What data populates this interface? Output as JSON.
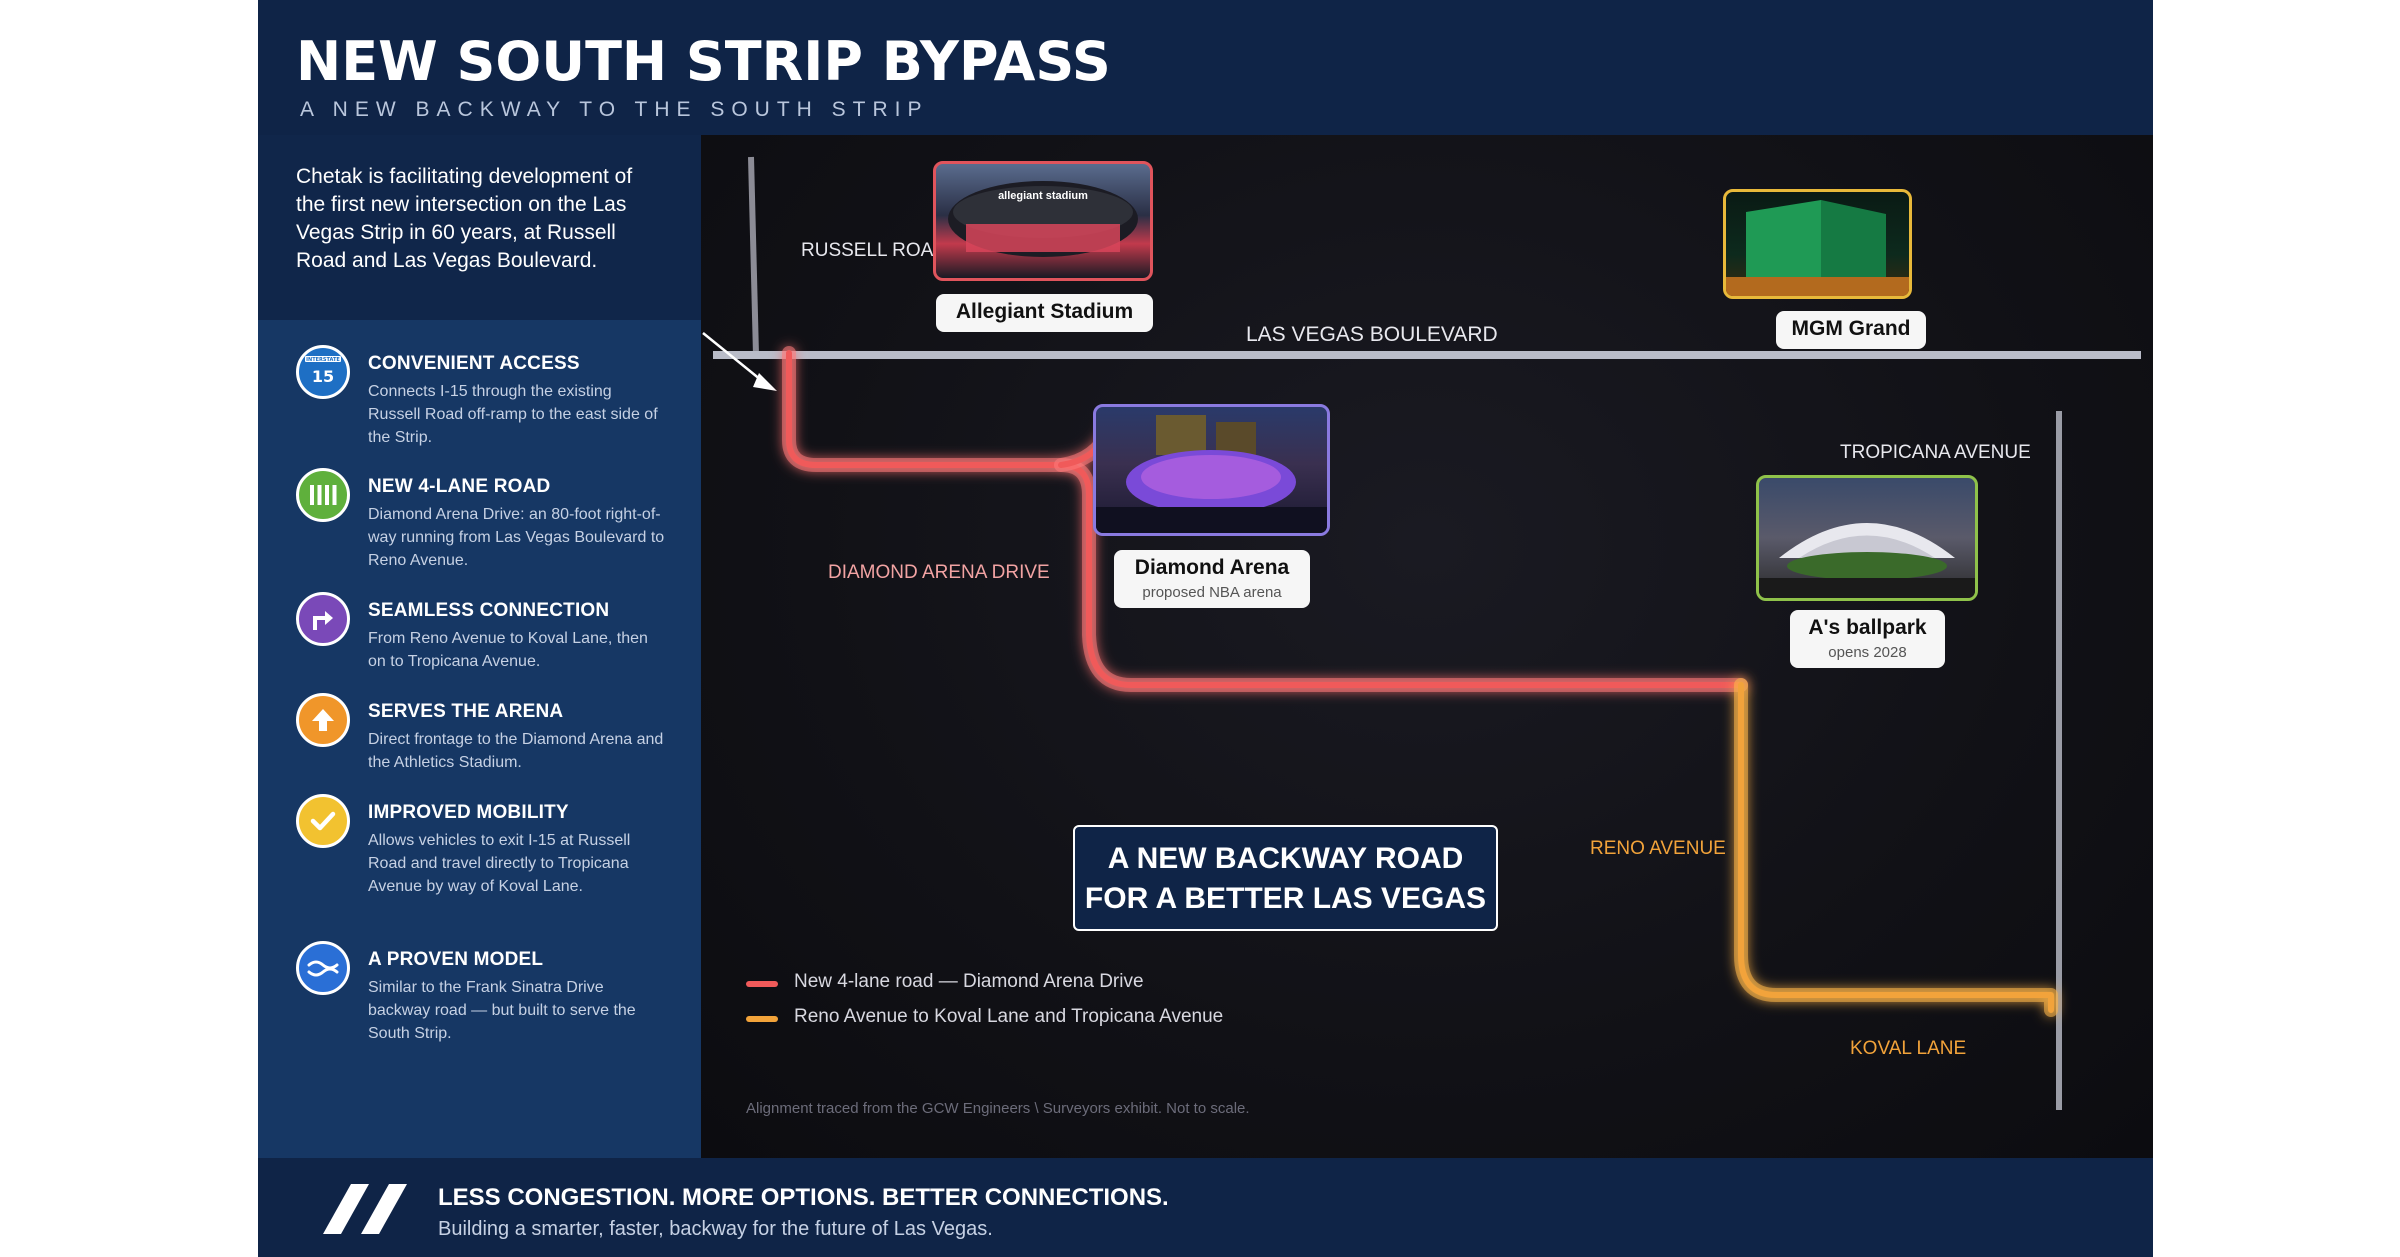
{
  "header": {
    "title": "NEW SOUTH STRIP BYPASS",
    "subtitle": "A NEW BACKWAY TO THE SOUTH STRIP"
  },
  "intro": "Chetak is facilitating development of the first new intersection on the Las Vegas Strip in 60 years, at Russell Road and Las Vegas Boulevard.",
  "features": [
    {
      "icon": "interstate-15-shield-icon",
      "icon_text": "15",
      "icon_top_text": "INTERSTATE",
      "color": "#1e6fc4",
      "title": "CONVENIENT ACCESS",
      "desc": "Connects I-15 through the existing Russell Road off-ramp to the east side of the Strip."
    },
    {
      "icon": "four-lane-road-icon",
      "color": "#5fb03c",
      "title": "NEW 4-LANE ROAD",
      "desc": "Diamond Arena Drive: an 80-foot right-of-way running from Las Vegas Boulevard to Reno Avenue."
    },
    {
      "icon": "turn-right-arrow-icon",
      "color": "#7a49b8",
      "title": "SEAMLESS CONNECTION",
      "desc": "From Reno Avenue to Koval Lane, then on to Tropicana Avenue."
    },
    {
      "icon": "up-arrow-icon",
      "color": "#f0962a",
      "title": "SERVES THE ARENA",
      "desc": "Direct frontage to the Diamond Arena and the Athletics Stadium."
    },
    {
      "icon": "checkmark-icon",
      "color": "#f2c230",
      "title": "IMPROVED MOBILITY",
      "desc": "Allows vehicles to exit I-15 at Russell Road and travel directly to Tropicana Avenue by way of Koval Lane."
    },
    {
      "icon": "wave-icon",
      "color": "#2a6fd6",
      "title": "A PROVEN MODEL",
      "desc": "Similar to the Frank Sinatra Drive backway road — but built to serve the South Strip."
    }
  ],
  "map": {
    "roads": {
      "russell_road": "RUSSELL ROAD",
      "las_vegas_boulevard": "LAS VEGAS BOULEVARD",
      "diamond_arena_drive": "DIAMOND ARENA DRIVE",
      "tropicana_avenue": "TROPICANA AVENUE",
      "reno_avenue": "RENO AVENUE",
      "koval_lane": "KOVAL LANE"
    },
    "places": {
      "allegiant": {
        "name": "Allegiant Stadium",
        "photo_text": "allegiant stadium"
      },
      "mgm": {
        "name": "MGM Grand"
      },
      "diamond": {
        "name": "Diamond Arena",
        "sub": "proposed NBA arena"
      },
      "ballpark": {
        "name": "A's ballpark",
        "sub": "opens 2028"
      }
    },
    "cta": {
      "line1": "A NEW BACKWAY ROAD",
      "line2": "FOR A BETTER LAS VEGAS"
    },
    "legend": [
      {
        "color": "#f05a5a",
        "label": "New 4-lane road  —  Diamond Arena Drive"
      },
      {
        "color": "#f2a33a",
        "label": "Reno Avenue to Koval Lane and Tropicana Avenue"
      }
    ],
    "note": "Alignment traced from the GCW Engineers \\ Surveyors exhibit. Not to scale."
  },
  "footer": {
    "headline": "LESS CONGESTION.  MORE OPTIONS.  BETTER CONNECTIONS.",
    "tagline": "Building a smarter, faster, backway for the future of Las Vegas."
  },
  "colors": {
    "navy": "#0f2447",
    "panel_blue": "#163764",
    "red_route": "#f05a5a",
    "orange_route": "#f2a33a",
    "allegiant_border": "#e0545c",
    "mgm_border": "#e8b93a",
    "diamond_border": "#8a7ae0",
    "ballpark_border": "#8fc24a"
  }
}
